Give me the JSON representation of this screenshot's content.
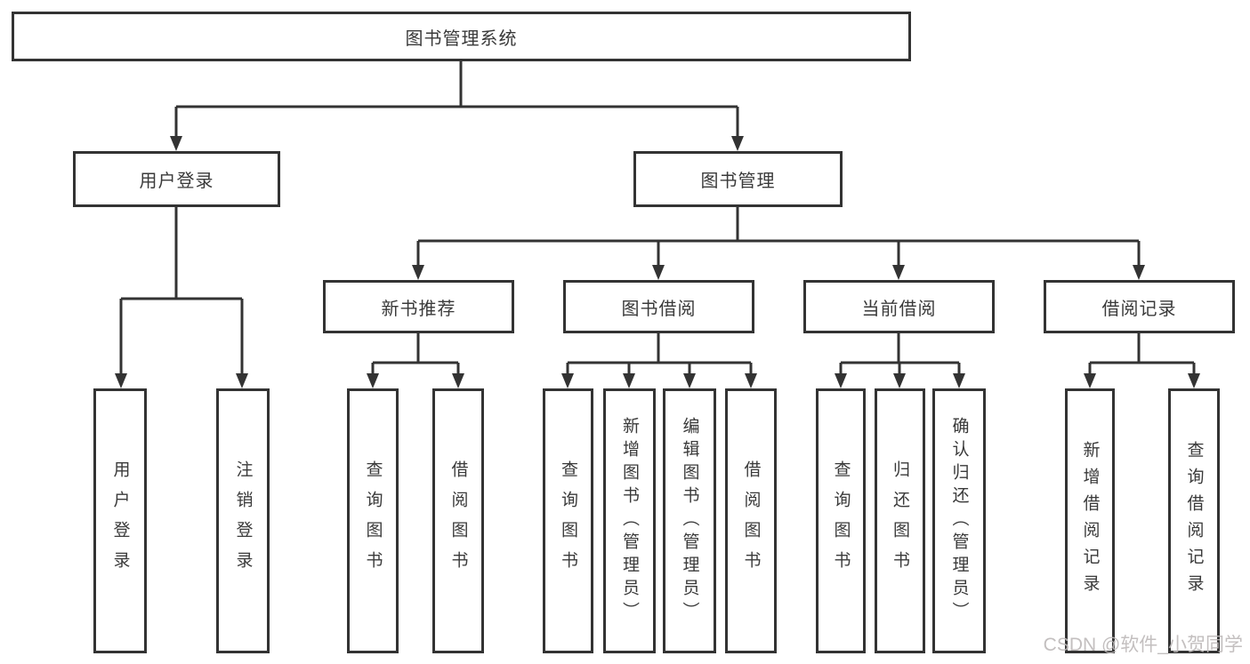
{
  "tree": {
    "label": "图书管理系统",
    "children": [
      {
        "label": "用户登录",
        "children": [
          {
            "label": "用户登录"
          },
          {
            "label": "注销登录"
          }
        ]
      },
      {
        "label": "图书管理",
        "children": [
          {
            "label": "新书推荐",
            "children": [
              {
                "label": "查询图书"
              },
              {
                "label": "借阅图书"
              }
            ]
          },
          {
            "label": "图书借阅",
            "children": [
              {
                "label": "查询图书"
              },
              {
                "label": "新增图书（管理员）"
              },
              {
                "label": "编辑图书（管理员）"
              },
              {
                "label": "借阅图书"
              }
            ]
          },
          {
            "label": "当前借阅",
            "children": [
              {
                "label": "查询图书"
              },
              {
                "label": "归还图书"
              },
              {
                "label": "确认归还（管理员）"
              }
            ]
          },
          {
            "label": "借阅记录",
            "children": [
              {
                "label": "新增借阅记录"
              },
              {
                "label": "查询借阅记录"
              }
            ]
          }
        ]
      }
    ]
  },
  "watermark": {
    "text": "CSDN @软件_小贺同学"
  },
  "colors": {
    "line": "#333333",
    "box_border": "#333333",
    "text": "#3a3a3a",
    "watermark_text": "#bdb9b9",
    "background": "#ffffff"
  }
}
